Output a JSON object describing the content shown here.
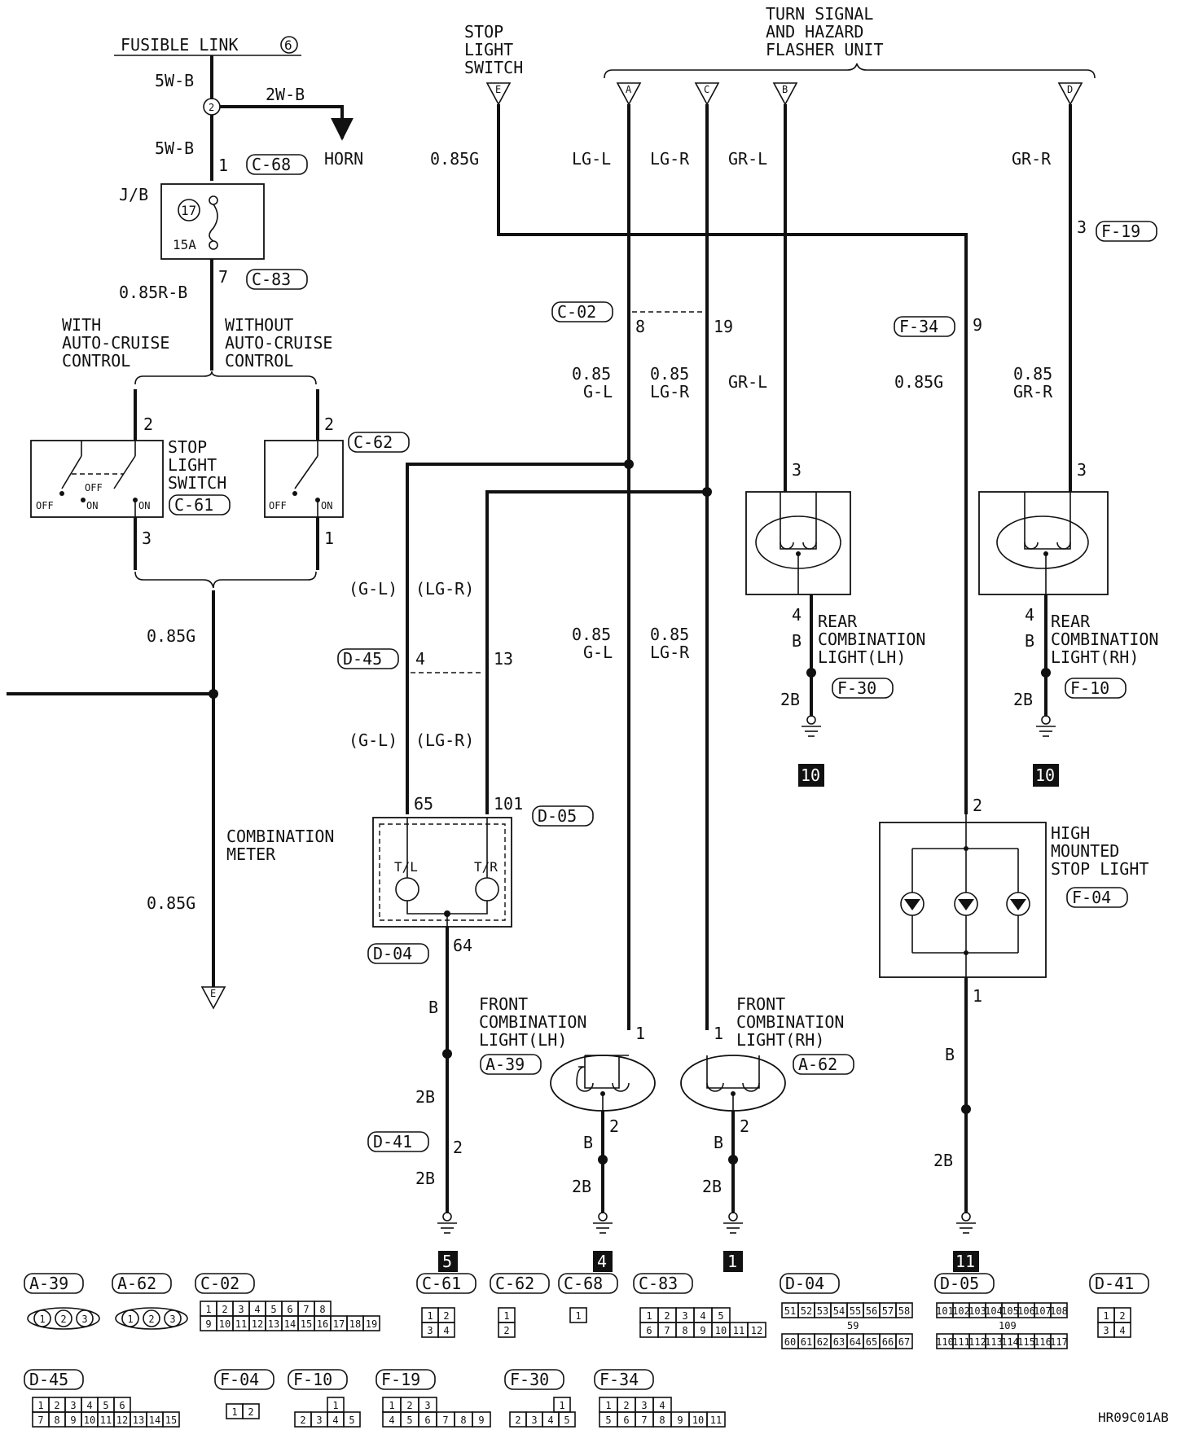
{
  "power": {
    "fusible_link": "FUSIBLE LINK",
    "fusible_link_no": "6",
    "wire_5wb_top": "5W-B",
    "wire_5wb_mid": "5W-B",
    "splice_no": "2",
    "wire_2wb": "2W-B",
    "horn": "HORN",
    "pin_1": "1",
    "conn_c68": "C-68",
    "jb": "J/B",
    "fuse_no": "17",
    "fuse_amp": "15A",
    "pin_7": "7",
    "conn_c83": "C-83",
    "wire_085rb": "0.85R-B"
  },
  "variants": {
    "with_1": "WITH",
    "with_2": "AUTO-CRUISE",
    "with_3": "CONTROL",
    "without_1": "WITHOUT",
    "without_2": "AUTO-CRUISE",
    "without_3": "CONTROL"
  },
  "stop_switch": {
    "pin_2a": "2",
    "pin_2b": "2",
    "name_1": "STOP",
    "name_2": "LIGHT",
    "name_3": "SWITCH",
    "conn_c61": "C-61",
    "conn_c62": "C-62",
    "off_1": "OFF",
    "on_1": "ON",
    "off_2": "OFF",
    "on_2": "ON",
    "off_3": "OFF",
    "on_3": "ON",
    "pin_3": "3",
    "pin_1": "1",
    "wire_085g_1": "0.85G",
    "wire_085g_2": "0.85G",
    "term_e": "E"
  },
  "top": {
    "stop_switch_1": "STOP",
    "stop_switch_2": "LIGHT",
    "stop_switch_3": "SWITCH",
    "flasher_1": "TURN SIGNAL",
    "flasher_2": "AND HAZARD",
    "flasher_3": "FLASHER UNIT",
    "term_e": "E",
    "term_a": "A",
    "term_c": "C",
    "term_b": "B",
    "term_d": "D",
    "wire_085g": "0.85G",
    "wire_lgl": "LG-L",
    "wire_lgr": "LG-R",
    "wire_grl": "GR-L",
    "wire_grr": "GR-R"
  },
  "mid": {
    "conn_c02": "C-02",
    "pin_8": "8",
    "pin_19": "19",
    "wire_085_a": "0.85",
    "wire_gl_a": "G-L",
    "wire_085_b": "0.85",
    "wire_lgr_b": "LG-R",
    "wire_grl": "GR-L",
    "conn_f34": "F-34",
    "pin_9": "9",
    "wire_085g": "0.85G",
    "pin_3_f19": "3",
    "conn_f19": "F-19",
    "wire_085_c": "0.85",
    "wire_grr_c": "GR-R"
  },
  "meter": {
    "wire_gl_1": "(G-L)",
    "wire_lgr_1": "(LG-R)",
    "conn_d45": "D-45",
    "pin_4": "4",
    "pin_13": "13",
    "wire_gl_2": "(G-L)",
    "wire_lgr_2": "(LG-R)",
    "pin_65": "65",
    "pin_101": "101",
    "conn_d05": "D-05",
    "name_1": "COMBINATION",
    "name_2": "METER",
    "tl": "T/L",
    "tr": "T/R",
    "conn_d04": "D-04",
    "pin_64": "64",
    "wire_b": "B",
    "wire_2b_1": "2B",
    "conn_d41": "D-41",
    "pin_2": "2",
    "wire_2b_2": "2B",
    "ground": "5"
  },
  "front": {
    "wire_085_l": "0.85",
    "wire_gl_l": "G-L",
    "wire_085_r": "0.85",
    "wire_lgr_r": "LG-R",
    "lh_1": "FRONT",
    "lh_2": "COMBINATION",
    "lh_3": "LIGHT(LH)",
    "conn_a39": "A-39",
    "lh_pin_1": "1",
    "lh_pin_2": "2",
    "lh_wire_b": "B",
    "lh_wire_2b": "2B",
    "lh_ground": "4",
    "rh_1": "FRONT",
    "rh_2": "COMBINATION",
    "rh_3": "LIGHT(RH)",
    "conn_a62": "A-62",
    "rh_pin_1": "1",
    "rh_pin_2": "2",
    "rh_wire_b": "B",
    "rh_wire_2b": "2B",
    "rh_ground": "1"
  },
  "rear": {
    "lh_pin_3": "3",
    "lh_pin_4": "4",
    "lh_wire_b": "B",
    "lh_name_1": "REAR",
    "lh_name_2": "COMBINATION",
    "lh_name_3": "LIGHT(LH)",
    "conn_f30": "F-30",
    "lh_wire_2b": "2B",
    "lh_ground": "10",
    "rh_pin_3": "3",
    "rh_pin_4": "4",
    "rh_wire_b": "B",
    "rh_name_1": "REAR",
    "rh_name_2": "COMBINATION",
    "rh_name_3": "LIGHT(RH)",
    "conn_f10": "F-10",
    "rh_wire_2b": "2B",
    "rh_ground": "10"
  },
  "hmsl": {
    "pin_2": "2",
    "name_1": "HIGH",
    "name_2": "MOUNTED",
    "name_3": "STOP LIGHT",
    "conn_f04": "F-04",
    "pin_1": "1",
    "wire_b": "B",
    "wire_2b": "2B",
    "ground": "11"
  },
  "connector_views": {
    "a39": "A-39",
    "a39_pins": [
      "1",
      "2",
      "3"
    ],
    "a62": "A-62",
    "a62_pins": [
      "1",
      "2",
      "3"
    ],
    "c02": "C-02",
    "c02_row1": [
      "1",
      "2",
      "3",
      "4",
      "5",
      "6",
      "7",
      "8"
    ],
    "c02_row2": [
      "9",
      "10",
      "11",
      "12",
      "13",
      "14",
      "15",
      "16",
      "17",
      "18",
      "19"
    ],
    "c61": "C-61",
    "c61_pins": [
      "1",
      "2",
      "3",
      "4"
    ],
    "c62": "C-62",
    "c62_pins": [
      "1",
      "2"
    ],
    "c68": "C-68",
    "c68_pins": [
      "1"
    ],
    "c83": "C-83",
    "c83_row1": [
      "1",
      "2",
      "3",
      "4",
      "5"
    ],
    "c83_row2": [
      "6",
      "7",
      "8",
      "9",
      "10",
      "11",
      "12"
    ],
    "d04": "D-04",
    "d04_row1": [
      "51",
      "52",
      "53",
      "54",
      "55",
      "56",
      "57",
      "58"
    ],
    "d04_mid": "59",
    "d04_row2": [
      "60",
      "61",
      "62",
      "63",
      "64",
      "65",
      "66",
      "67"
    ],
    "d05": "D-05",
    "d05_row1": [
      "101",
      "102",
      "103",
      "104",
      "105",
      "106",
      "107",
      "108"
    ],
    "d05_mid": "109",
    "d05_row2": [
      "110",
      "111",
      "112",
      "113",
      "114",
      "115",
      "116",
      "117"
    ],
    "d41": "D-41",
    "d41_pins": [
      "1",
      "2",
      "3",
      "4"
    ],
    "d45": "D-45",
    "d45_row1": [
      "1",
      "2",
      "3",
      "4",
      "5",
      "6"
    ],
    "d45_row2": [
      "7",
      "8",
      "9",
      "10",
      "11",
      "12",
      "13",
      "14",
      "15"
    ],
    "f04": "F-04",
    "f04_pins": [
      "1",
      "2"
    ],
    "f10": "F-10",
    "f10_row1": [
      "1"
    ],
    "f10_row2": [
      "2",
      "3",
      "4",
      "5"
    ],
    "f19": "F-19",
    "f19_row1": [
      "1",
      "2",
      "3"
    ],
    "f19_row2": [
      "4",
      "5",
      "6",
      "7",
      "8",
      "9"
    ],
    "f30": "F-30",
    "f30_row1": [
      "1"
    ],
    "f30_row2": [
      "2",
      "3",
      "4",
      "5"
    ],
    "f34": "F-34",
    "f34_row1": [
      "1",
      "2",
      "3",
      "4"
    ],
    "f34_row2": [
      "5",
      "6",
      "7",
      "8",
      "9",
      "10",
      "11"
    ]
  },
  "footer": {
    "code": "HR09C01AB"
  }
}
